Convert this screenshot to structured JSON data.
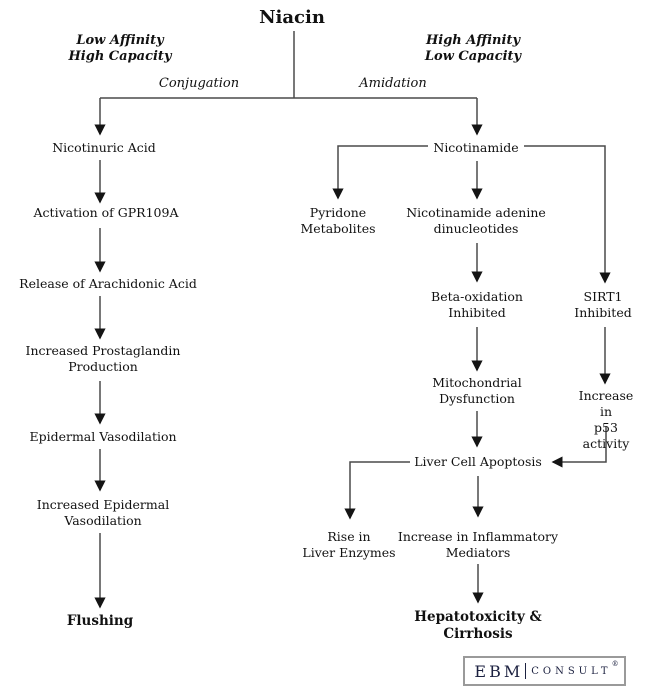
{
  "colors": {
    "background": "#ffffff",
    "text": "#111111",
    "line": "#4a4a4a",
    "arrowhead": "#141414",
    "logo_border": "#9a9a9a",
    "logo_text": "#1c2140"
  },
  "title": "Niacin",
  "pathway_labels": {
    "left_affinity": "Low Affinity\nHigh Capacity",
    "right_affinity": "High Affinity\nLow Capacity",
    "left_process": "Conjugation",
    "right_process": "Amidation"
  },
  "nodes": {
    "nicotinuric_acid": "Nicotinuric Acid",
    "activation_gpr109a": "Activation of GPR109A",
    "release_arachidonic_acid": "Release of Arachidonic Acid",
    "increased_prostaglandin": "Increased Prostaglandin\nProduction",
    "epidermal_vasodilation": "Epidermal Vasodilation",
    "increased_epidermal_vasodilation": "Increased Epidermal\nVasodilation",
    "flushing": "Flushing",
    "nicotinamide": "Nicotinamide",
    "pyridone_metabolites": "Pyridone\nMetabolites",
    "nicotinamide_adenine_dinucleotides": "Nicotinamide adenine\ndinucleotides",
    "beta_oxidation_inhibited": "Beta-oxidation\nInhibited",
    "sirt1_inhibited": "SIRT1\nInhibited",
    "mitochondrial_dysfunction": "Mitochondrial\nDysfunction",
    "increase_p53_activity": "Increase in\np53 activity",
    "liver_cell_apoptosis": "Liver Cell Apoptosis",
    "rise_liver_enzymes": "Rise in\nLiver Enzymes",
    "increase_inflammatory_mediators": "Increase in Inflammatory\nMediators",
    "hepatotoxicity_cirrhosis": "Hepatotoxicity &\nCirrhosis"
  },
  "logo": {
    "ebm": "EBM",
    "consult": "CONSULT",
    "registered": "®"
  }
}
